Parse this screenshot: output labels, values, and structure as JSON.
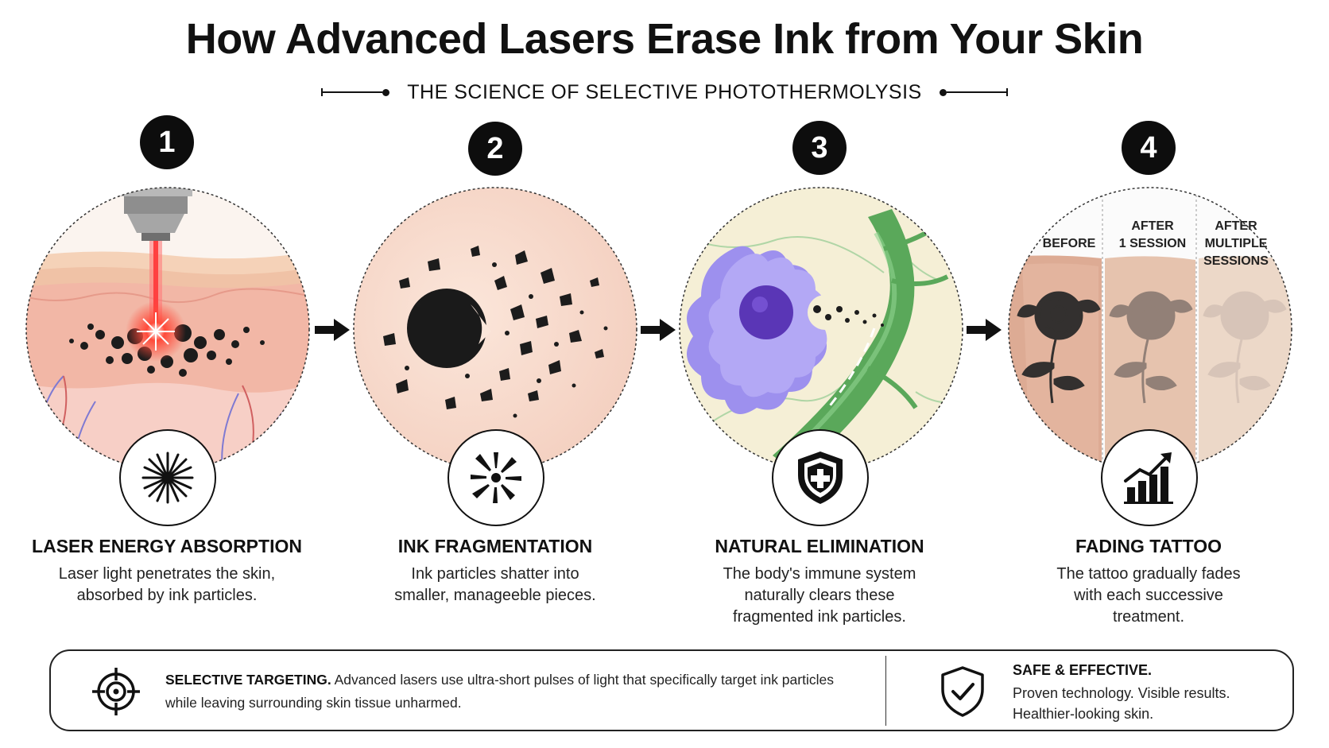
{
  "title": "How Advanced Lasers Erase Ink from Your Skin",
  "subtitle": "THE SCIENCE OF SELECTIVE PHOTOTHERMOLYSIS",
  "steps": [
    {
      "number": "1",
      "title": "LASER ENERGY ABSORPTION",
      "desc_line1": "Laser light penetrates the skin,",
      "desc_line2": "absorbed by ink particles.",
      "desc_line3": "",
      "icon": "laser-burst-icon"
    },
    {
      "number": "2",
      "title": "INK FRAGMENTATION",
      "desc_line1": "Ink particles shatter into",
      "desc_line2": "smaller, manageeble pieces.",
      "desc_line3": "",
      "icon": "shatter-icon"
    },
    {
      "number": "3",
      "title": "NATURAL ELIMINATION",
      "desc_line1": "The body's immune system",
      "desc_line2": "naturally clears these",
      "desc_line3": "fragmented ink particles.",
      "icon": "shield-plus-icon"
    },
    {
      "number": "4",
      "title": "FADING TATTOO",
      "desc_line1": "The tattoo gradually fades",
      "desc_line2": "with each successive",
      "desc_line3": "treatment.",
      "icon": "growth-chart-icon"
    }
  ],
  "panels": {
    "before": "BEFORE",
    "after1_line1": "AFTER",
    "after1_line2": "1 SESSION",
    "aftermulti_line1": "AFTER",
    "aftermulti_line2": "MULTIPLE",
    "aftermulti_line3": "SESSIONS"
  },
  "footer": {
    "left_bold": "SELECTIVE TARGETING.",
    "left_text_line1": " Advanced lasers use ultra-short pulses of light that specifically target ink particles",
    "left_text_line2": "while leaving surrounding skin tissue unharmed.",
    "left_icon": "target-crosshair-icon",
    "right_title": "SAFE & EFFECTIVE.",
    "right_line1": "Proven technology. Visible results.",
    "right_line2": "Healthier-looking skin.",
    "right_icon": "shield-check-icon"
  },
  "colors": {
    "skin": "#f2c4b4",
    "skin_dark": "#e8a896",
    "laser": "#ff3b3b",
    "ink": "#1a1a1a",
    "immune": "#8f7be0",
    "lymph": "#5fae5f"
  }
}
